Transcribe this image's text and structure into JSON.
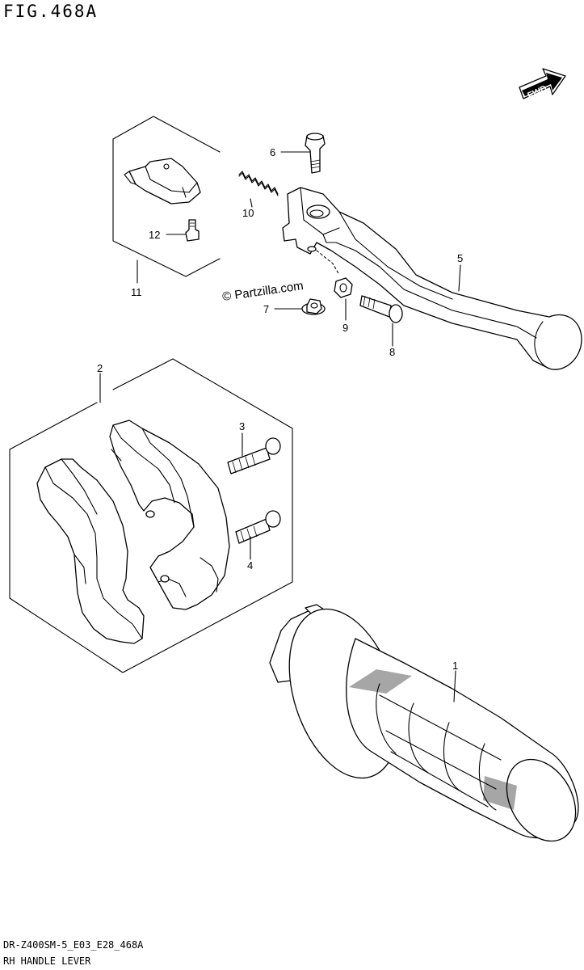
{
  "figure": {
    "title": "FIG.468A",
    "footer_code": "DR-Z400SM-5_E03_E28_468A",
    "footer_title": "RH HANDLE LEVER",
    "watermark": "© Partzilla.com",
    "fwd_label": "FWD"
  },
  "callouts": [
    {
      "id": "1",
      "part": "grip"
    },
    {
      "id": "2",
      "part": "holder-assembly"
    },
    {
      "id": "3",
      "part": "screw-upper"
    },
    {
      "id": "4",
      "part": "screw-lower"
    },
    {
      "id": "5",
      "part": "brake-lever"
    },
    {
      "id": "6",
      "part": "pivot-bolt"
    },
    {
      "id": "7",
      "part": "washer-nut"
    },
    {
      "id": "8",
      "part": "lever-bolt"
    },
    {
      "id": "9",
      "part": "nut"
    },
    {
      "id": "10",
      "part": "spring"
    },
    {
      "id": "11",
      "part": "switch-assembly"
    },
    {
      "id": "12",
      "part": "switch-screw"
    }
  ]
}
